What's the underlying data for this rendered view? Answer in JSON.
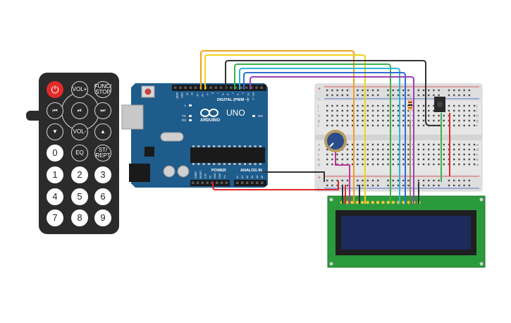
{
  "remote": {
    "buttons": [
      {
        "id": "power",
        "text": "⏻",
        "kind": "power"
      },
      {
        "id": "vol-up",
        "text": "VOL+",
        "kind": "dark"
      },
      {
        "id": "func-stop",
        "text": "FUNC/ STOP",
        "kind": "dark"
      },
      {
        "id": "prev",
        "text": "⏮",
        "kind": "dark"
      },
      {
        "id": "play-pause",
        "text": "⏯",
        "kind": "dark"
      },
      {
        "id": "next",
        "text": "⏭",
        "kind": "dark"
      },
      {
        "id": "down",
        "text": "▼",
        "kind": "dark"
      },
      {
        "id": "vol-down",
        "text": "VOL-",
        "kind": "dark"
      },
      {
        "id": "up",
        "text": "▲",
        "kind": "dark"
      },
      {
        "id": "num-0",
        "text": "0",
        "kind": "white"
      },
      {
        "id": "eq",
        "text": "EQ",
        "kind": "dark"
      },
      {
        "id": "st-rept",
        "text": "ST/ REPT",
        "kind": "dark"
      },
      {
        "id": "num-1",
        "text": "1",
        "kind": "white"
      },
      {
        "id": "num-2",
        "text": "2",
        "kind": "white"
      },
      {
        "id": "num-3",
        "text": "3",
        "kind": "white"
      },
      {
        "id": "num-4",
        "text": "4",
        "kind": "white"
      },
      {
        "id": "num-5",
        "text": "5",
        "kind": "white"
      },
      {
        "id": "num-6",
        "text": "6",
        "kind": "white"
      },
      {
        "id": "num-7",
        "text": "7",
        "kind": "white"
      },
      {
        "id": "num-8",
        "text": "8",
        "kind": "white"
      },
      {
        "id": "num-9",
        "text": "9",
        "kind": "white"
      }
    ]
  },
  "arduino": {
    "brand": "ARDUINO",
    "model": "UNO",
    "digital_label": "DIGITAL (PWM ~)",
    "power_label": "POWER",
    "analog_label": "ANALOG IN",
    "on_label": "ON",
    "l_label": "L",
    "tx_label": "TX",
    "rx_label": "RX",
    "aref_label": "AREF",
    "gnd_label": "GND",
    "tx1_label": "TX→1",
    "rx0_label": "RX←0",
    "digital_pins": [
      "13",
      "12",
      "~11",
      "~10",
      "~9",
      "8",
      "7",
      "~6",
      "~5",
      "4",
      "~3",
      "2"
    ],
    "power_pins": [
      "IOREF",
      "RESET",
      "3.3V",
      "5V",
      "GND",
      "GND",
      "Vin"
    ],
    "analog_pins": [
      "A0",
      "A1",
      "A2",
      "A3",
      "A4",
      "A5"
    ]
  },
  "breadboard": {
    "row_letters_left": [
      "j",
      "i",
      "h",
      "g",
      "f",
      "e",
      "d",
      "c",
      "b",
      "a"
    ],
    "row_letters_right": [
      "j",
      "i",
      "h",
      "g",
      "f",
      "e",
      "d",
      "c",
      "b",
      "a"
    ],
    "rail_signs": [
      "+",
      "-",
      "+",
      "-"
    ]
  },
  "lcd": {
    "screen_text_line1": "",
    "screen_text_line2": ""
  },
  "colors": {
    "wire_orange": "#f0a020",
    "wire_yellow": "#ecd21b",
    "wire_black": "#333333",
    "wire_green": "#3fb04a",
    "wire_cyan": "#2bb7d9",
    "wire_blue": "#2f6fd1",
    "wire_purple": "#9b3fb5",
    "wire_red": "#e02525",
    "wire_magenta": "#c2349c",
    "wire_brown": "#8b6a4a",
    "arduino_blue": "#1e5c8c",
    "lcd_green": "#2a9a3c",
    "lcd_screen": "#1c2a5c",
    "breadboard": "#e4e4e4"
  }
}
